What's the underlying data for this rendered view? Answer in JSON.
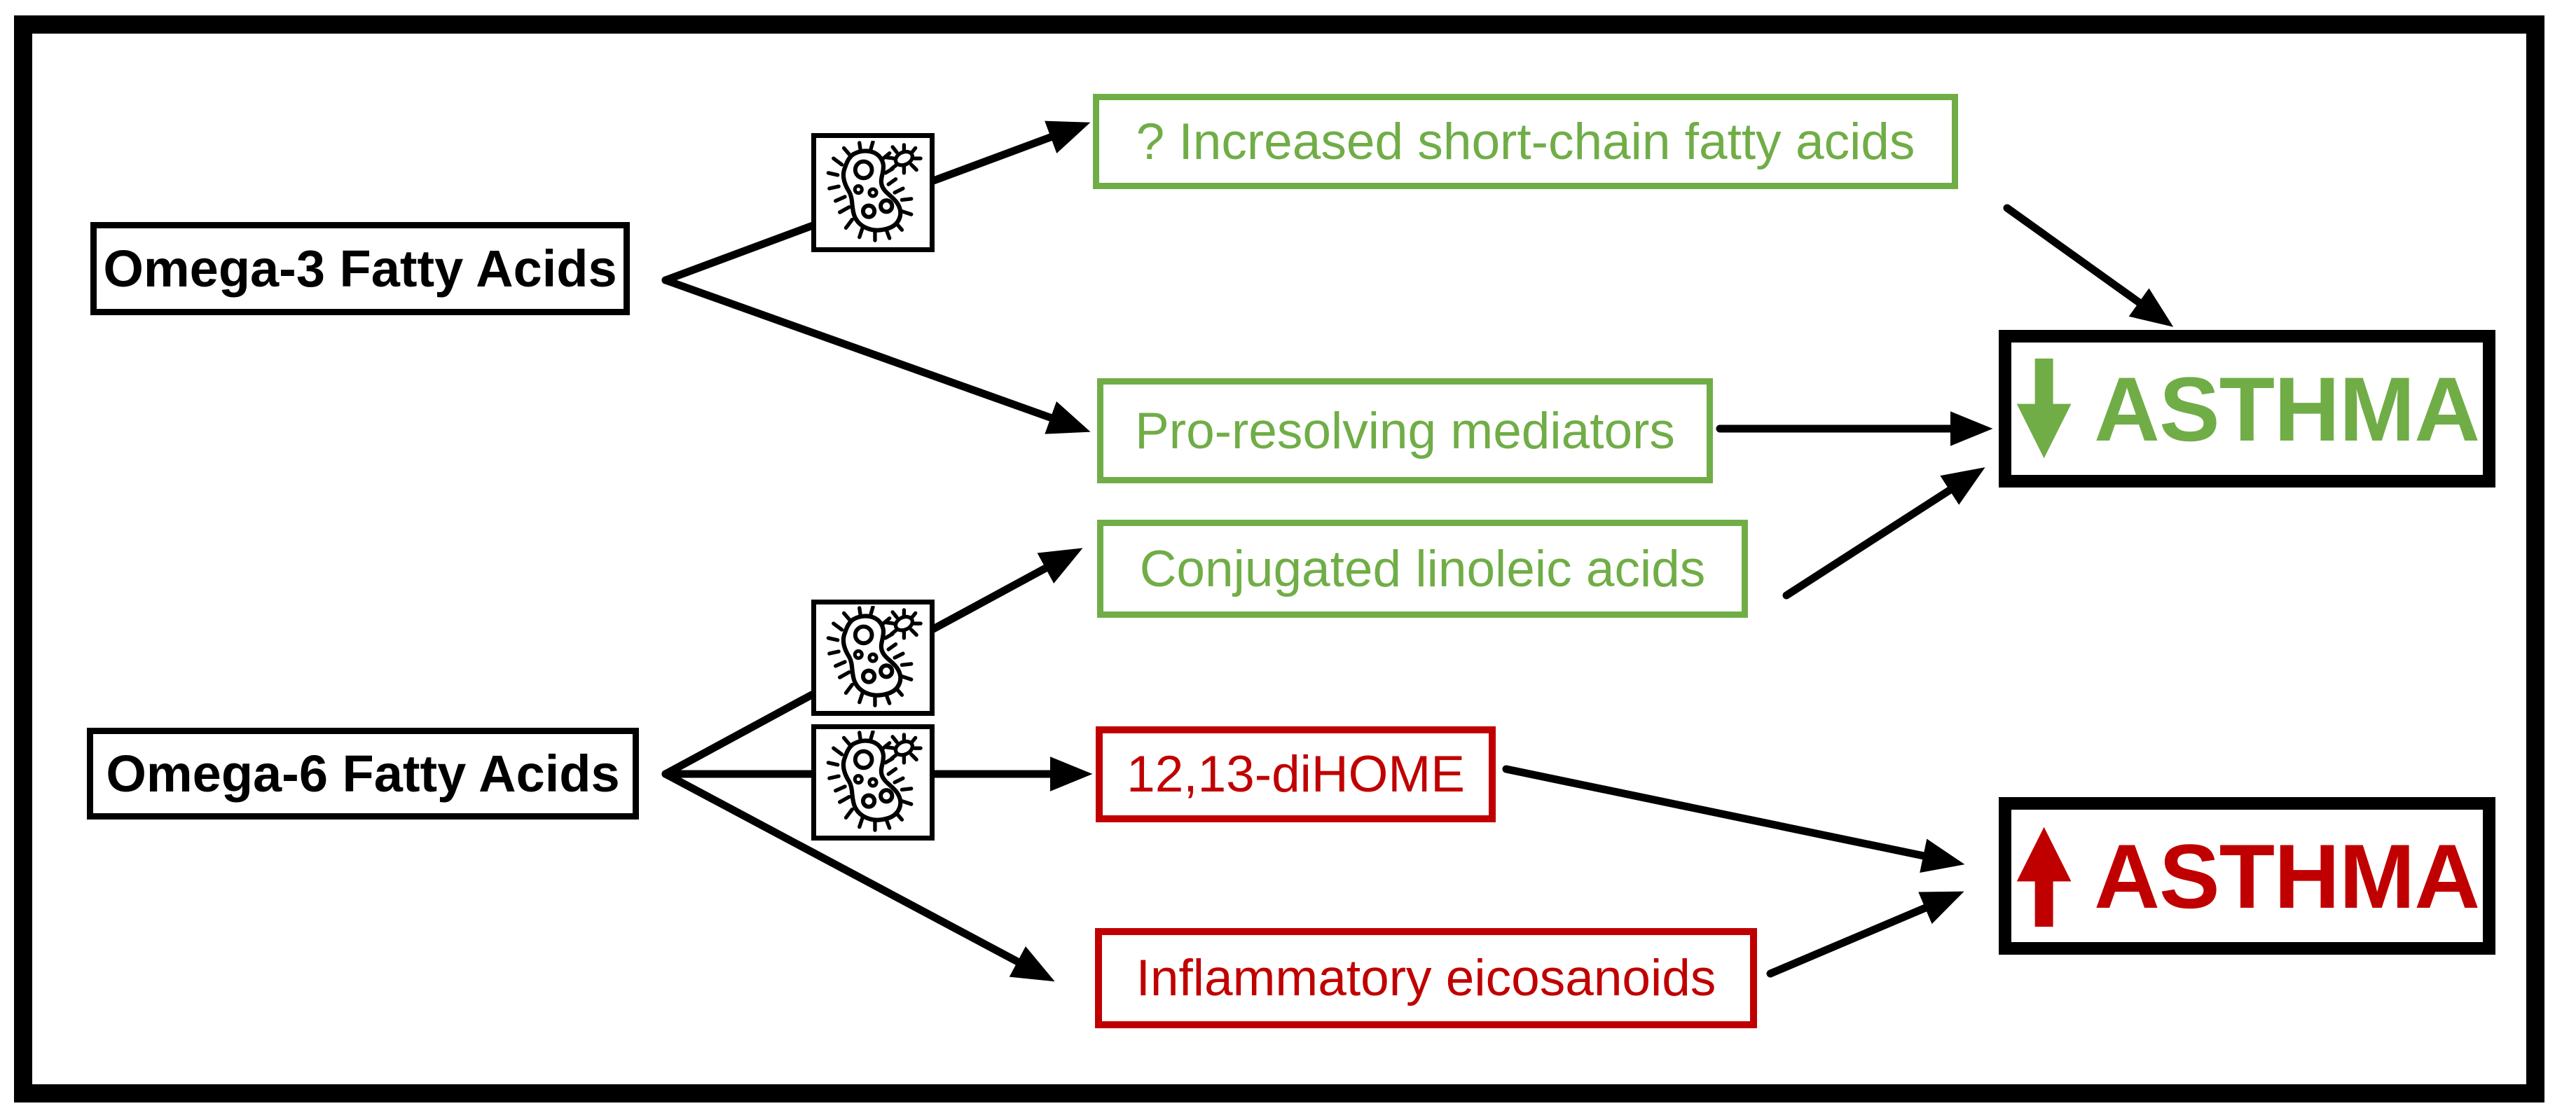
{
  "figure": {
    "type": "flow-diagram",
    "background": "#ffffff",
    "colors": {
      "beneficial_green": "#70AD47",
      "harmful_red": "#C00000",
      "line_black": "#000000"
    },
    "sources": [
      {
        "id": "omega3",
        "label": "Omega-3 Fatty Acids"
      },
      {
        "id": "omega6",
        "label": "Omega-6 Fatty Acids"
      }
    ],
    "mediators": [
      {
        "id": "scfa",
        "label": "? Increased short-chain fatty acids",
        "tone": "green"
      },
      {
        "id": "spm",
        "label": "Pro-resolving mediators",
        "tone": "green"
      },
      {
        "id": "cla",
        "label": "Conjugated linoleic acids",
        "tone": "green"
      },
      {
        "id": "dihome",
        "label": "12,13-diHOME",
        "tone": "red"
      },
      {
        "id": "eicosanoids",
        "label": "Inflammatory eicosanoids",
        "tone": "red"
      }
    ],
    "outcomes": [
      {
        "id": "asthma-down",
        "label": "ASTHMA",
        "direction": "decrease",
        "tone": "green",
        "arrow_icon": "down-block-arrow"
      },
      {
        "id": "asthma-up",
        "label": "ASTHMA",
        "direction": "increase",
        "tone": "red",
        "arrow_icon": "up-block-arrow"
      }
    ],
    "icons": {
      "microbiome": "bacteria-icon",
      "instances": 3
    },
    "edges": [
      {
        "from": "omega3",
        "to": "scfa",
        "via": "microbiome-icon"
      },
      {
        "from": "omega3",
        "to": "spm"
      },
      {
        "from": "omega6",
        "to": "cla",
        "via": "microbiome-icon"
      },
      {
        "from": "omega6",
        "to": "dihome",
        "via": "microbiome-icon"
      },
      {
        "from": "omega6",
        "to": "eicosanoids"
      },
      {
        "from": "scfa",
        "to": "asthma-down"
      },
      {
        "from": "spm",
        "to": "asthma-down"
      },
      {
        "from": "cla",
        "to": "asthma-down"
      },
      {
        "from": "dihome",
        "to": "asthma-up"
      },
      {
        "from": "eicosanoids",
        "to": "asthma-up"
      }
    ]
  }
}
